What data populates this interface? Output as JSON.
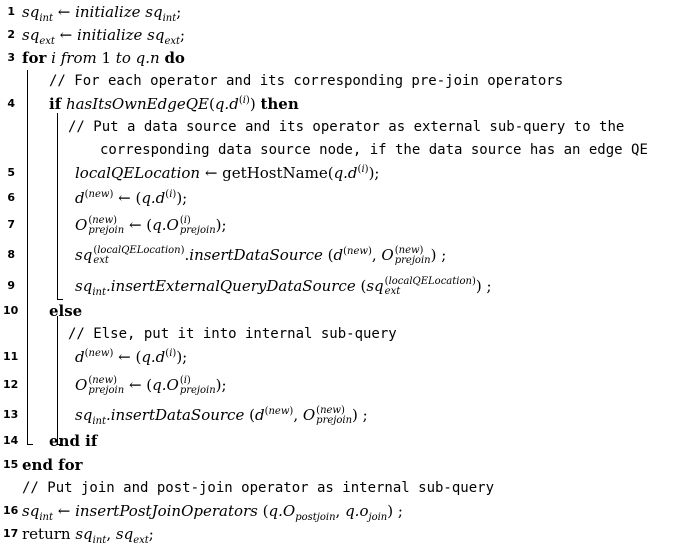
{
  "lines": [
    {
      "num": "1",
      "text": "sq_int ← initialize sq_int;"
    },
    {
      "num": "2",
      "text": "sq_ext ← initialize sq_ext;"
    },
    {
      "num": "3",
      "text": "for i from 1 to q.n do"
    },
    {
      "num": "",
      "text": "// For each operator and its corresponding pre-join operators"
    },
    {
      "num": "4",
      "text": "if hasItsOwnEdgeQE(q.d^(i)) then"
    },
    {
      "num": "",
      "text": "// Put a data source and its operator as external sub-query to the"
    },
    {
      "num": "",
      "text": "corresponding data source node, if the data source has an edge QE"
    },
    {
      "num": "5",
      "text": "localQELocation ← getHostName(q.d^(i));"
    },
    {
      "num": "6",
      "text": "d^(new) ← (q.d^(i));"
    },
    {
      "num": "7",
      "text": "O^(new)_prejoin ← (q.O^(i)_prejoin);"
    },
    {
      "num": "8",
      "text": "sq^(localQELocation)_ext.insertDataSource (d^(new), O^(new)_prejoin) ;"
    },
    {
      "num": "9",
      "text": "sq_int.insertExternalQueryDataSource (sq^(localQELocation)_ext) ;"
    },
    {
      "num": "10",
      "text": "else"
    },
    {
      "num": "",
      "text": "// Else, put it into internal sub-query"
    },
    {
      "num": "11",
      "text": "d^(new) ← (q.d^(i));"
    },
    {
      "num": "12",
      "text": "O^(new)_prejoin ← (q.O^(i)_prejoin);"
    },
    {
      "num": "13",
      "text": "sq_int.insertDataSource (d^(new), O^(new)_prejoin) ;"
    },
    {
      "num": "14",
      "text": "end if"
    },
    {
      "num": "15",
      "text": "end for"
    },
    {
      "num": "",
      "text": "// Put join and post-join operator as internal sub-query"
    },
    {
      "num": "16",
      "text": "sq_int ← insertPostJoinOperators (q.O_postjoin, q.o_join) ;"
    },
    {
      "num": "17",
      "text": "return sq_int, sq_ext;"
    }
  ]
}
